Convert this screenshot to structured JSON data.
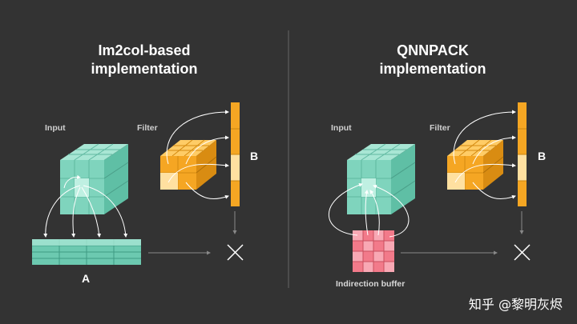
{
  "left": {
    "title_line1": "Im2col-based",
    "title_line2": "implementation",
    "input_label": "Input",
    "filter_label": "Filter",
    "matrix_a": "A",
    "matrix_b": "B"
  },
  "right": {
    "title_line1": "QNNPACK",
    "title_line2": "implementation",
    "input_label": "Input",
    "filter_label": "Filter",
    "matrix_b": "B",
    "buffer_label": "Indirection buffer"
  },
  "watermark": "知乎 @黎明灰烬",
  "colors": {
    "background": "#333333",
    "teal": "#7fd4bd",
    "orange": "#f5a623",
    "pink": "#f27a8a"
  }
}
